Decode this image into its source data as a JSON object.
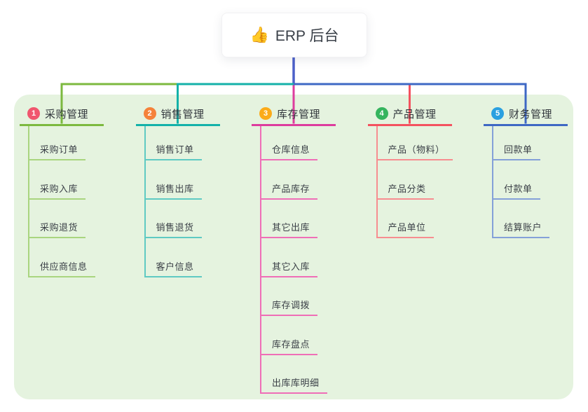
{
  "root": {
    "emoji": "👍",
    "title": "ERP 后台"
  },
  "theme": {
    "canvas_bg": "#ffffff",
    "panel_bg": "#e5f3df",
    "stem_color": "#4c60c9",
    "node_bg": "#ffffff",
    "text_color": "#3a4048"
  },
  "branches": [
    {
      "num": "1",
      "label": "采购管理",
      "badge_color": "#f0566e",
      "line_color": "#7cb93f",
      "child_line_color": "#a9d57f",
      "children": [
        "采购订单",
        "采购入库",
        "采购退货",
        "供应商信息"
      ]
    },
    {
      "num": "2",
      "label": "销售管理",
      "badge_color": "#f5823a",
      "line_color": "#14b2a9",
      "child_line_color": "#5fcac3",
      "children": [
        "销售订单",
        "销售出库",
        "销售退货",
        "客户信息"
      ]
    },
    {
      "num": "3",
      "label": "库存管理",
      "badge_color": "#fbab19",
      "line_color": "#dd3c9e",
      "child_line_color": "#ef6eb7",
      "children": [
        "仓库信息",
        "产品库存",
        "其它出库",
        "其它入库",
        "库存调拨",
        "库存盘点",
        "出库库明细"
      ]
    },
    {
      "num": "4",
      "label": "产品管理",
      "badge_color": "#35b45e",
      "line_color": "#f4525f",
      "child_line_color": "#f78d90",
      "children": [
        "产品（物料）",
        "产品分类",
        "产品单位"
      ]
    },
    {
      "num": "5",
      "label": "财务管理",
      "badge_color": "#2aa0e0",
      "line_color": "#3e68c4",
      "child_line_color": "#84a0d8",
      "children": [
        "回款单",
        "付款单",
        "结算账户"
      ]
    }
  ]
}
